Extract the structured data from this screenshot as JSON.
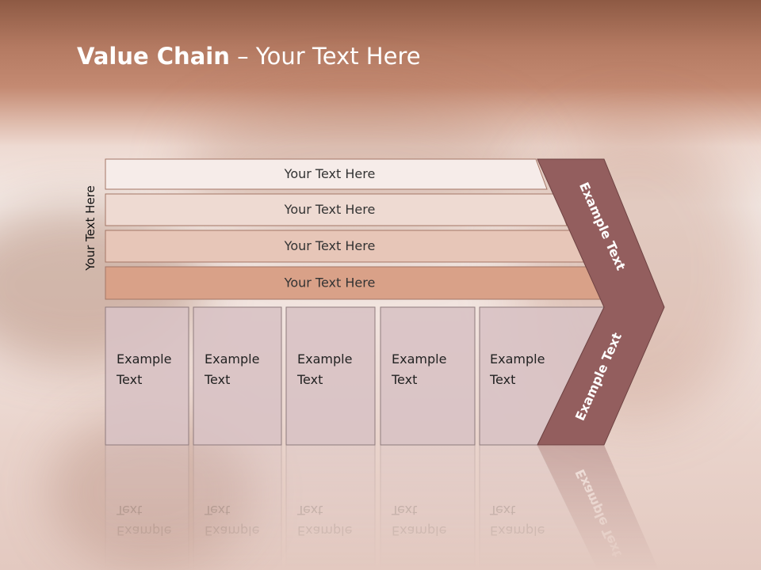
{
  "slide": {
    "title_bold": "Value Chain",
    "title_rest": " – Your Text Here",
    "side_label": "Your Text Here",
    "bars": [
      "Your Text Here",
      "Your Text Here",
      "Your Text Here",
      "Your Text Here"
    ],
    "boxes": [
      {
        "line1": "Example",
        "line2": "Text"
      },
      {
        "line1": "Example",
        "line2": "Text"
      },
      {
        "line1": "Example",
        "line2": "Text"
      },
      {
        "line1": "Example",
        "line2": "Text"
      },
      {
        "line1": "Example",
        "line2": "Text"
      }
    ],
    "arrow_upper_label": "Example Text",
    "arrow_lower_label": "Example Text"
  },
  "colors": {
    "bar_fills": [
      "#f6ece9",
      "#eedad2",
      "#e7c6b8",
      "#d9a188"
    ],
    "box_fill": "#d8c2c4",
    "arrow_fill": "#935e5e",
    "header": "#b47a62"
  }
}
